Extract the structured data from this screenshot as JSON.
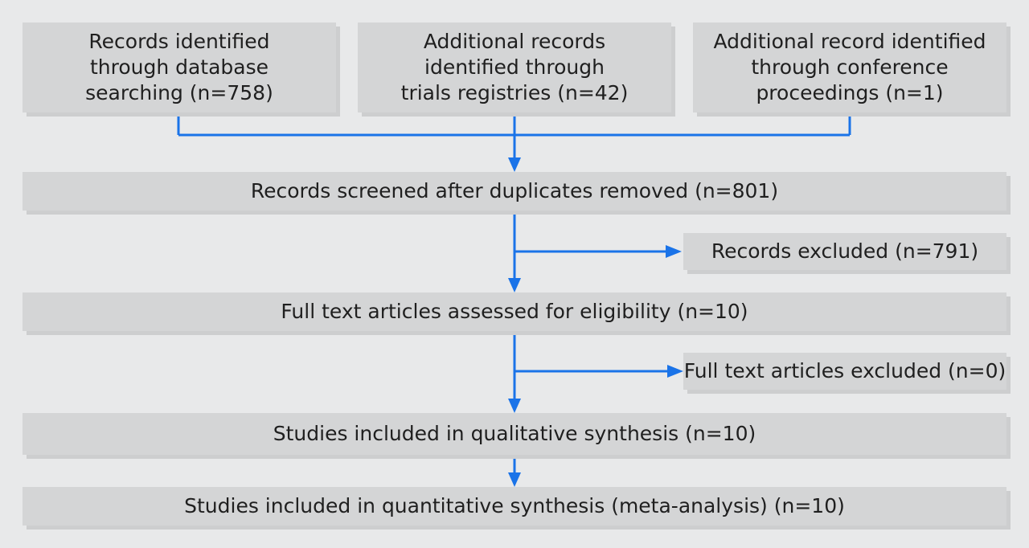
{
  "sources": [
    {
      "lines": [
        "Records identified",
        "through database",
        "searching (n=758)"
      ]
    },
    {
      "lines": [
        "Additional records",
        "identified through",
        "trials registries (n=42)"
      ]
    },
    {
      "lines": [
        "Additional record identified",
        "through conference",
        "proceedings (n=1)"
      ]
    }
  ],
  "screened": "Records screened after duplicates removed (n=801)",
  "records_excluded": "Records excluded (n=791)",
  "full_text_assessed": "Full text articles assessed for eligibility (n=10)",
  "full_text_excluded": "Full text articles excluded (n=0)",
  "qualitative": "Studies included in qualitative synthesis (n=10)",
  "quantitative": "Studies included in quantitative synthesis (meta-analysis) (n=10)",
  "colors": {
    "arrow": "#1a73e8",
    "box": "#d4d5d6",
    "background": "#e8e9ea"
  }
}
